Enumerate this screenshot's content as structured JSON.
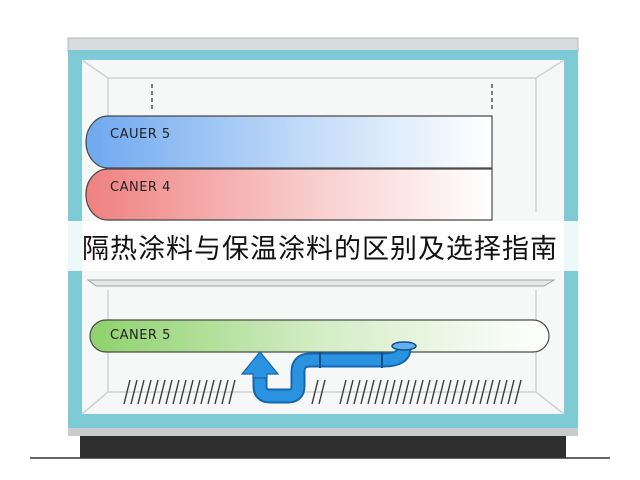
{
  "layers": [
    {
      "label": "CAUER 5",
      "color": "#6fa8f0"
    },
    {
      "label": "CANER 4",
      "color": "#f08080"
    },
    {
      "label": "CANER 5",
      "color": "#8ed16b"
    }
  ],
  "caption": "隔热涂料与保温涂料的区别及选择指南",
  "colors": {
    "frame": "#7ecbd6",
    "interior": "#f6f7f7",
    "pipe": "#1e88d8",
    "base": "#2f2f2f"
  }
}
